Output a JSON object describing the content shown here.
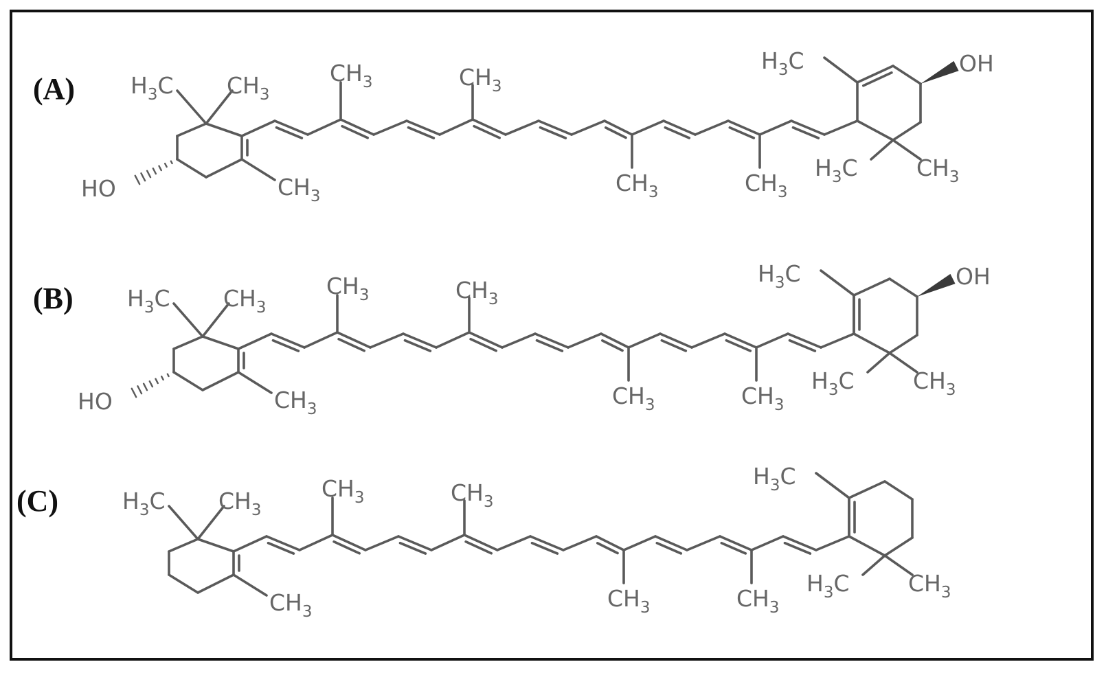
{
  "panels": [
    {
      "label": "(A)",
      "groups": {
        "left_me_a": [
          "H",
          "3",
          "C"
        ],
        "left_me_b": [
          "CH",
          "3"
        ],
        "ring_me_left": [
          "CH",
          "3"
        ],
        "hydroxyl_left": [
          "HO"
        ],
        "chain_me_1": [
          "CH",
          "3"
        ],
        "chain_me_2": [
          "CH",
          "3"
        ],
        "chain_me_3": [
          "CH",
          "3"
        ],
        "chain_me_4": [
          "CH",
          "3"
        ],
        "right_me_top": [
          "H",
          "3",
          "C"
        ],
        "hydroxyl_right": [
          "OH"
        ],
        "right_me_a": [
          "H",
          "3",
          "C"
        ],
        "right_me_b": [
          "CH",
          "3"
        ]
      }
    },
    {
      "label": "(B)",
      "groups": {
        "left_me_a": [
          "H",
          "3",
          "C"
        ],
        "left_me_b": [
          "CH",
          "3"
        ],
        "ring_me_left": [
          "CH",
          "3"
        ],
        "hydroxyl_left": [
          "HO"
        ],
        "chain_me_1": [
          "CH",
          "3"
        ],
        "chain_me_2": [
          "CH",
          "3"
        ],
        "chain_me_3": [
          "CH",
          "3"
        ],
        "chain_me_4": [
          "CH",
          "3"
        ],
        "right_me_top": [
          "H",
          "3",
          "C"
        ],
        "hydroxyl_right": [
          "OH"
        ],
        "right_me_a": [
          "H",
          "3",
          "C"
        ],
        "right_me_b": [
          "CH",
          "3"
        ]
      }
    },
    {
      "label": "(C)",
      "groups": {
        "left_me_a": [
          "H",
          "3",
          "C"
        ],
        "left_me_b": [
          "CH",
          "3"
        ],
        "ring_me_left": [
          "CH",
          "3"
        ],
        "chain_me_1": [
          "CH",
          "3"
        ],
        "chain_me_2": [
          "CH",
          "3"
        ],
        "chain_me_3": [
          "CH",
          "3"
        ],
        "chain_me_4": [
          "CH",
          "3"
        ],
        "right_me_top": [
          "H",
          "3",
          "C"
        ],
        "right_me_a": [
          "H",
          "3",
          "C"
        ],
        "right_me_b": [
          "CH",
          "3"
        ]
      }
    }
  ]
}
